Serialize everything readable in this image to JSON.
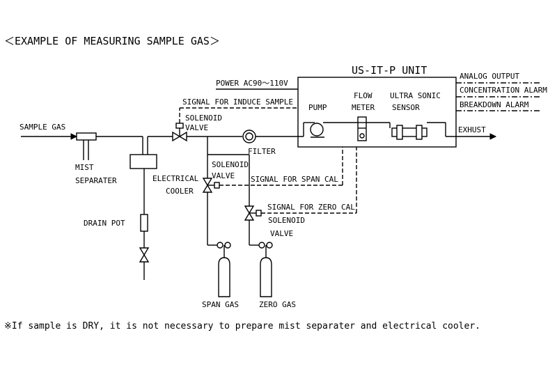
{
  "title": "＜EXAMPLE OF MEASURING SAMPLE GAS＞",
  "unit_name": "US-IT-P UNIT",
  "labels": {
    "sample_gas": "SAMPLE GAS",
    "mist_separater_1": "MIST",
    "mist_separater_2": "SEPARATER",
    "drain_pot": "DRAIN POT",
    "electrical_cooler_1": "ELECTRICAL",
    "electrical_cooler_2": "COOLER",
    "solenoid_valve_main_1": "SOLENOID",
    "solenoid_valve_main_2": "VALVE",
    "signal_induce": "SIGNAL FOR INDUCE SAMPLE",
    "power": "POWER AC90～110V",
    "filter": "FILTER",
    "pump": "PUMP",
    "flow_meter_1": "FLOW",
    "flow_meter_2": "METER",
    "ultra_sonic_1": "ULTRA SONIC",
    "ultra_sonic_2": "SENSOR",
    "analog_output": "ANALOG OUTPUT",
    "concentration_alarm": "CONCENTRATION ALARM",
    "breakdown_alarm": "BREAKDOWN ALARM",
    "exhust": "EXHUST",
    "solenoid_valve_span_1": "SOLENOID",
    "solenoid_valve_span_2": "VALVE",
    "signal_span": "SIGNAL FOR SPAN CAL",
    "signal_zero": "SIGNAL FOR ZERO CAL",
    "solenoid_valve_zero_1": "SOLENOID",
    "solenoid_valve_zero_2": "VALVE",
    "span_gas": "SPAN GAS",
    "zero_gas": "ZERO GAS"
  },
  "note": "※If sample is DRY, it is not necessary to prepare mist separater and electrical cooler."
}
